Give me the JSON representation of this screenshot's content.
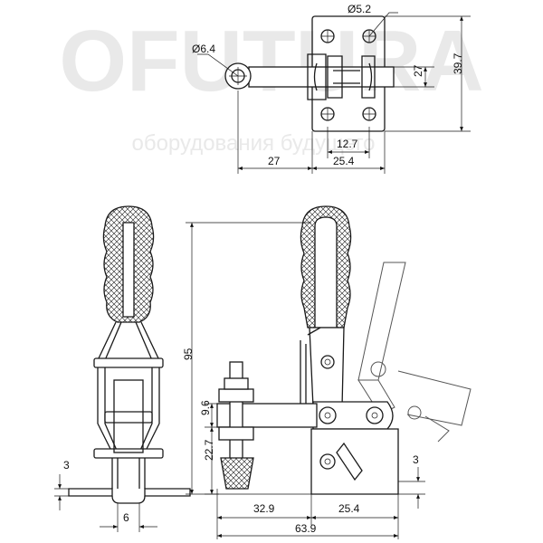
{
  "watermark": {
    "brand": "OFUTURA",
    "tagline": "оборудования будущего"
  },
  "dimensions": {
    "top_hole_dia": "Ø5.2",
    "hook_dia": "Ø6.4",
    "top_height_27": "27",
    "top_height_39_7": "39.7",
    "top_width_12_7": "12.7",
    "top_offset_27": "27",
    "top_width_25_4": "25.4",
    "side_height_95": "95",
    "side_9_6": "9.6",
    "side_22_7": "22.7",
    "side_3_left": "3",
    "side_3_right": "3",
    "front_width_6": "6",
    "side_32_9": "32.9",
    "side_25_4": "25.4",
    "side_63_9": "63.9"
  }
}
